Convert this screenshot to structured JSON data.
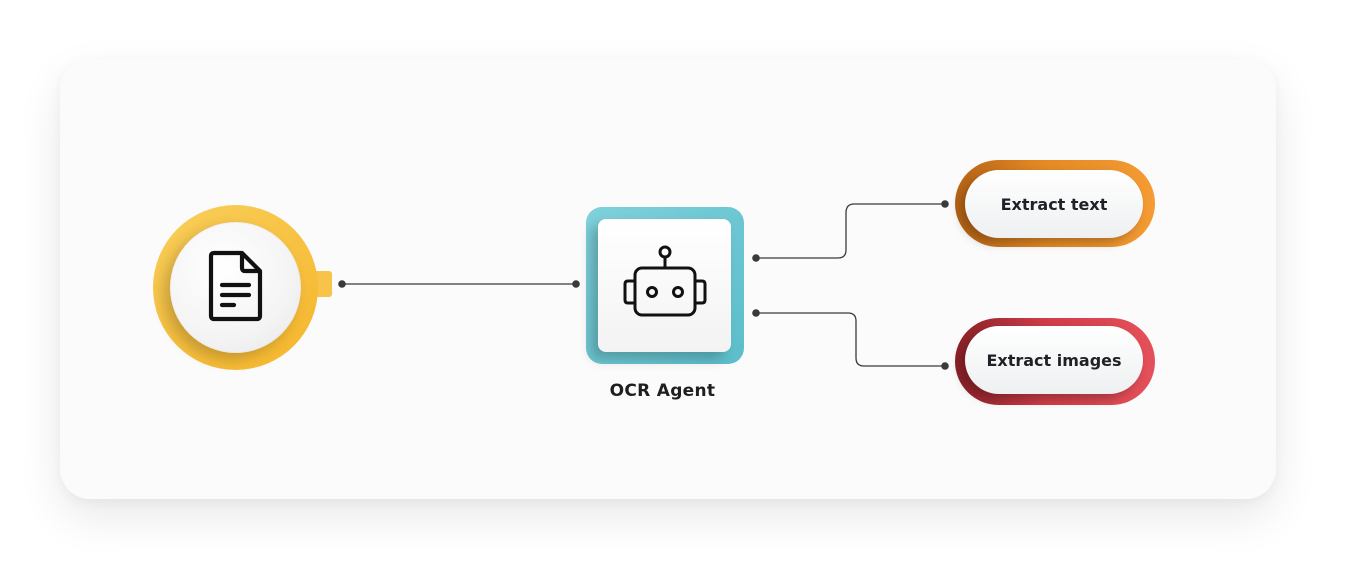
{
  "diagram": {
    "agent": {
      "label": "OCR Agent"
    },
    "outputs": [
      {
        "label": "Extract text",
        "color": "#f09a30"
      },
      {
        "label": "Extract images",
        "color": "#e04f58"
      }
    ],
    "colors": {
      "document_ring": "#f7c34a",
      "agent_frame": "#6cc6d2",
      "connector": "#3a3a3a"
    },
    "icons": {
      "document": "document-icon",
      "agent": "robot-icon"
    }
  }
}
